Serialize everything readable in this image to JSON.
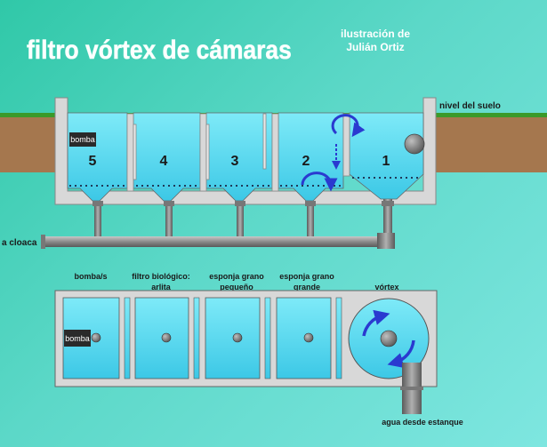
{
  "title": "filtro vórtex de cámaras",
  "credit": {
    "line1": "ilustración de",
    "line2": "Julián Ortiz"
  },
  "labels": {
    "ground_level": "nivel del suelo",
    "drain": "a cloaca",
    "pump_box_top": "bomba",
    "pump_box_bottom": "bomba",
    "water_in": "agua desde estanque"
  },
  "chambers": [
    "5",
    "4",
    "3",
    "2",
    "1"
  ],
  "plan_labels": [
    {
      "line1": "bomba/s",
      "line2": ""
    },
    {
      "line1": "filtro biológico:",
      "line2": "arlita"
    },
    {
      "line1": "esponja grano",
      "line2": "pequeño"
    },
    {
      "line1": "esponja grano",
      "line2": "grande"
    },
    {
      "line1": "vórtex",
      "line2": ""
    }
  ],
  "colors": {
    "water": "#5ee0f2",
    "water_dark": "#3cc4e0",
    "concrete": "#d8d8d8",
    "soil": "#a5774e",
    "grass": "#3a9a2a",
    "pipe": "#9a9a9a",
    "arrow": "#2a3ad0"
  }
}
